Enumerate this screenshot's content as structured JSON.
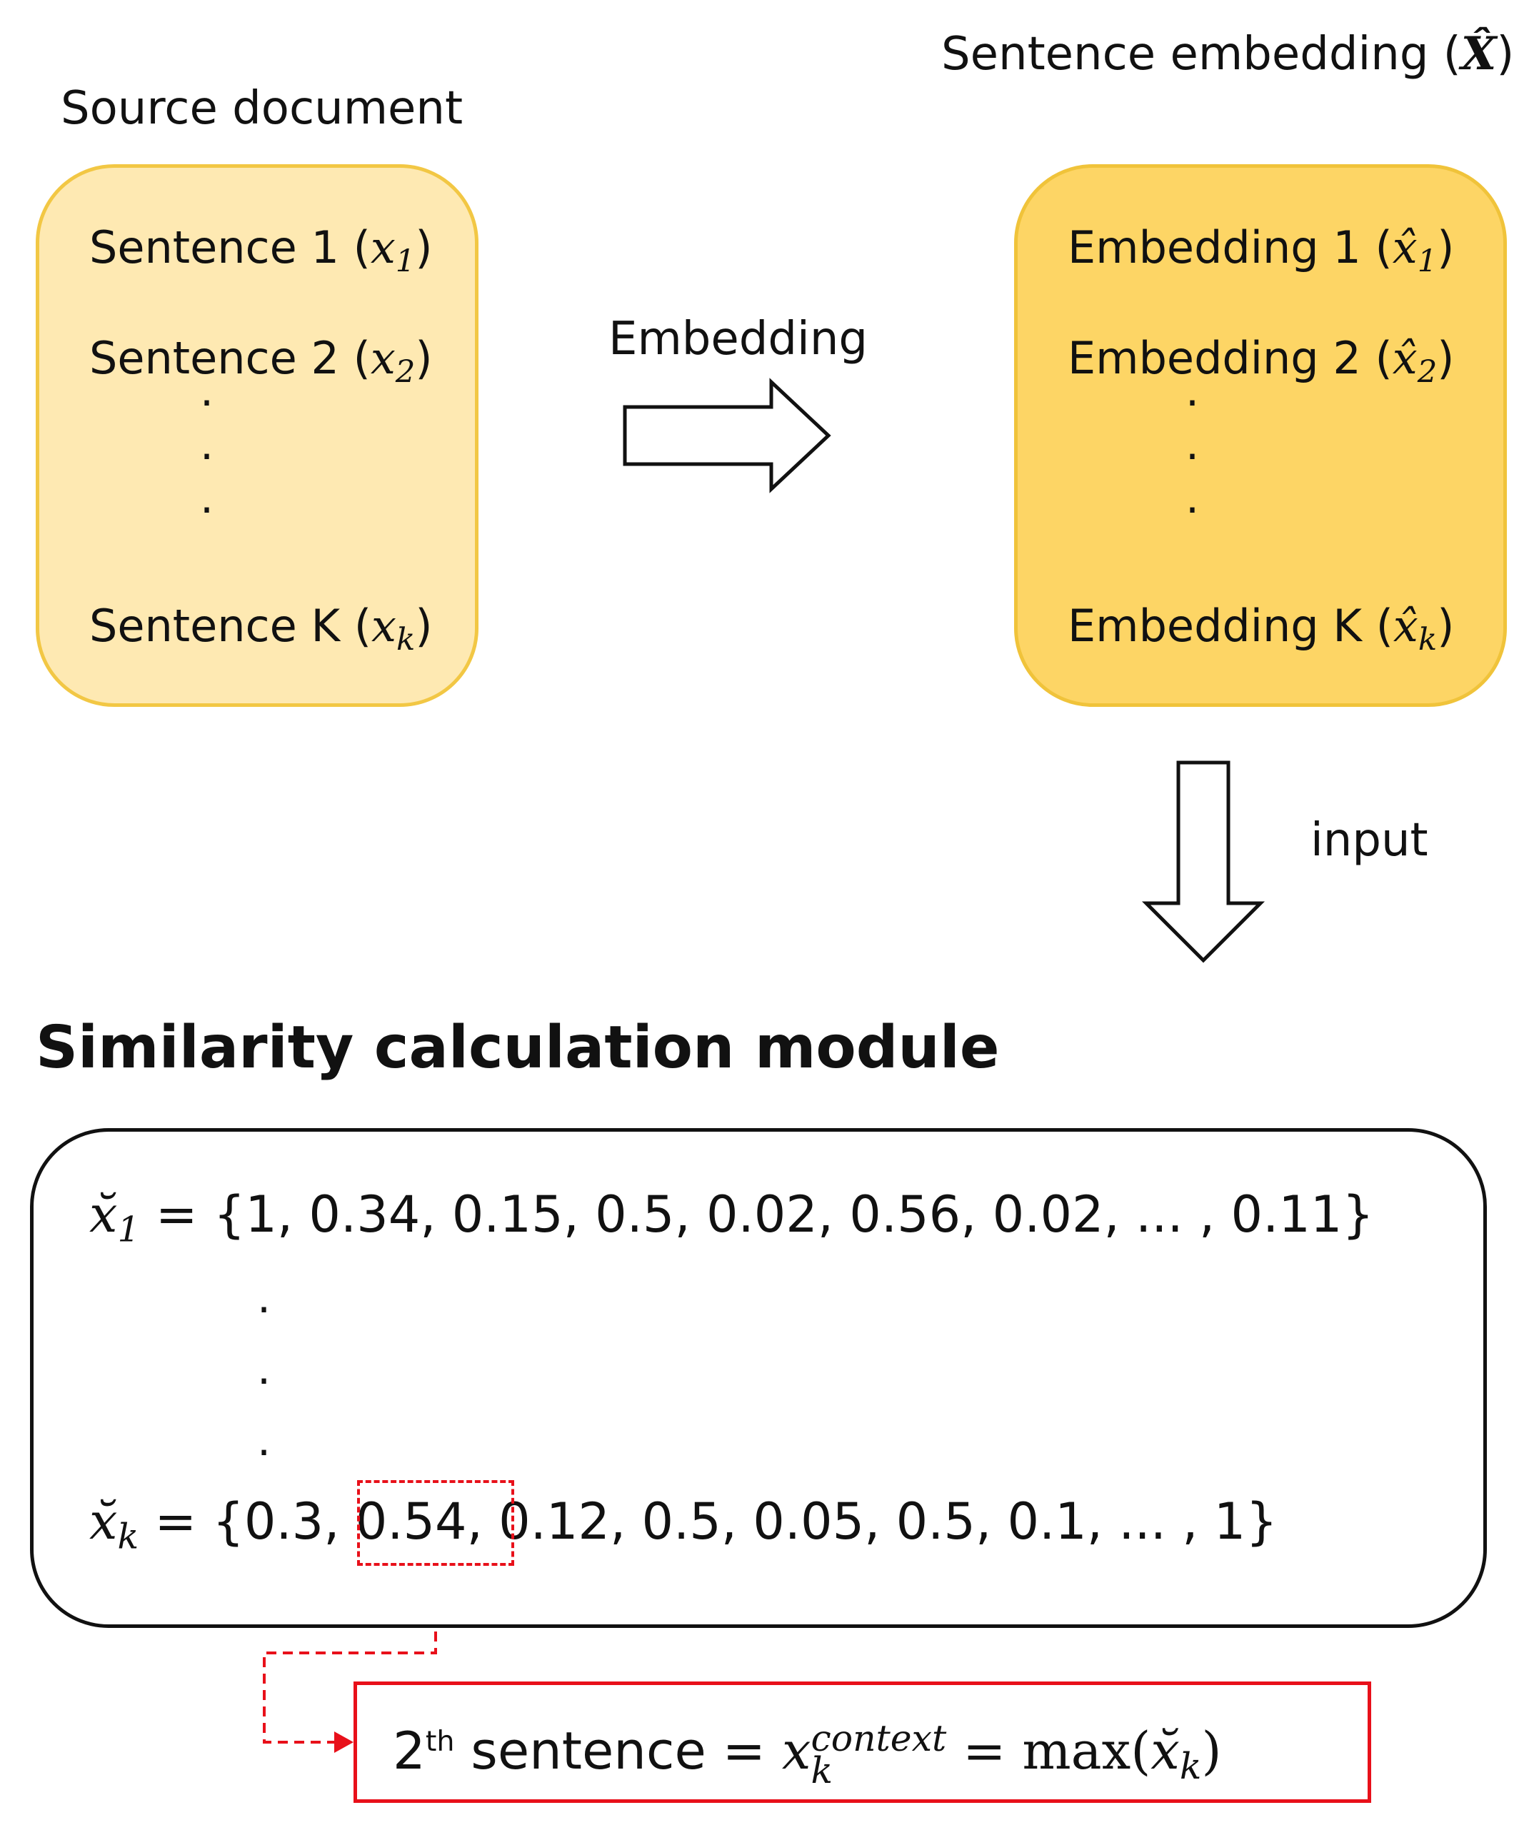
{
  "source": {
    "title": "Source document",
    "rows": [
      {
        "label": "Sentence 1 (",
        "var": "x",
        "sub": "1",
        "close": ")"
      },
      {
        "label": "Sentence 2 (",
        "var": "x",
        "sub": "2",
        "close": ")"
      },
      {
        "label": "Sentence K (",
        "var": "x",
        "sub": "k",
        "close": ")"
      }
    ]
  },
  "embedding": {
    "title_prefix": "Sentence embedding (",
    "title_symbol": "X̂",
    "title_suffix": ")",
    "rows": [
      {
        "label": "Embedding 1 (",
        "var": "x̂",
        "sub": "1",
        "close": ")"
      },
      {
        "label": "Embedding 2 (",
        "var": "x̂",
        "sub": "2",
        "close": ")"
      },
      {
        "label": "Embedding K (",
        "var": "x̂",
        "sub": "k",
        "close": ")"
      }
    ]
  },
  "arrows": {
    "right_label": "Embedding",
    "down_label": "input"
  },
  "module": {
    "title": "Similarity calculation module",
    "row1": {
      "var": "x̆",
      "sub": "1",
      "text": " = {1, 0.34, 0.15, 0.5, 0.02, 0.56, 0.02, ... , 0.11}"
    },
    "rowk": {
      "var": "x̆",
      "sub": "k",
      "pre": " = {0.3, ",
      "highlight": "0.54,",
      "post": " 0.12, 0.5, 0.05, 0.5, 0.1, ... , 1}"
    }
  },
  "result": {
    "number": "2",
    "sup": "th",
    "word": " sentence  =  ",
    "var": "x",
    "var_sub": "k",
    "var_sup": "context",
    "eq": "  = max(",
    "arg": "x̆",
    "arg_sub": "k",
    "close": ")"
  },
  "colors": {
    "source_fill": "#fee9b2",
    "source_border": "#f2c744",
    "embedding_fill": "#fdd565",
    "embedding_border": "#f0c33a",
    "highlight": "#e8101a"
  }
}
